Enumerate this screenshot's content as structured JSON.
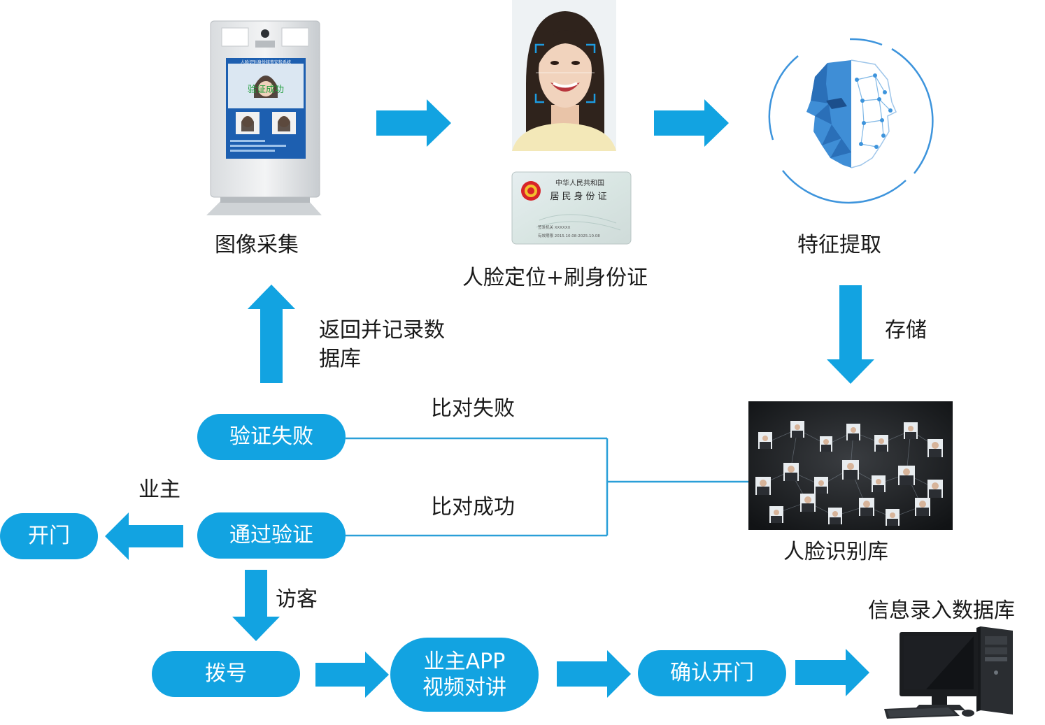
{
  "colors": {
    "accent": "#12a3e1",
    "connector": "#2a9fd8",
    "text": "#1a1a1a",
    "pill_text": "#ffffff"
  },
  "images": [
    {
      "name": "terminal-device-image",
      "alt": "人脸识别身份核查安检系统"
    },
    {
      "name": "face-photo-image",
      "alt": ""
    },
    {
      "name": "id-card-image",
      "alt": ""
    },
    {
      "name": "face-feature-image",
      "alt": ""
    },
    {
      "name": "face-database-image",
      "alt": ""
    },
    {
      "name": "desktop-computer-image",
      "alt": ""
    }
  ],
  "device_screen": {
    "title": "人脸识别身份核查安检系统",
    "status": "验证成功"
  },
  "id_card": {
    "country": "中华人民共和国",
    "title": "居民身份证",
    "issuer": "签发机关 XXXXXX",
    "validity": "有效期限 2015.10.08-2025.10.08"
  },
  "labels": {
    "image_capture": "图像采集",
    "face_locate_id": "人脸定位+刷身份证",
    "feature_extract": "特征提取",
    "store": "存储",
    "return_record_line1": "返回并记录数",
    "return_record_line2": "据库",
    "face_db": "人脸识别库",
    "compare_fail": "比对失败",
    "compare_success": "比对成功",
    "owner": "业主",
    "visitor": "访客",
    "info_entry_db": "信息录入数据库"
  },
  "nodes": {
    "verify_fail": "验证失败",
    "verify_pass": "通过验证",
    "open_door": "开门",
    "dial": "拨号",
    "owner_app_line1": "业主APP",
    "owner_app_line2": "视频对讲",
    "confirm_open": "确认开门"
  }
}
